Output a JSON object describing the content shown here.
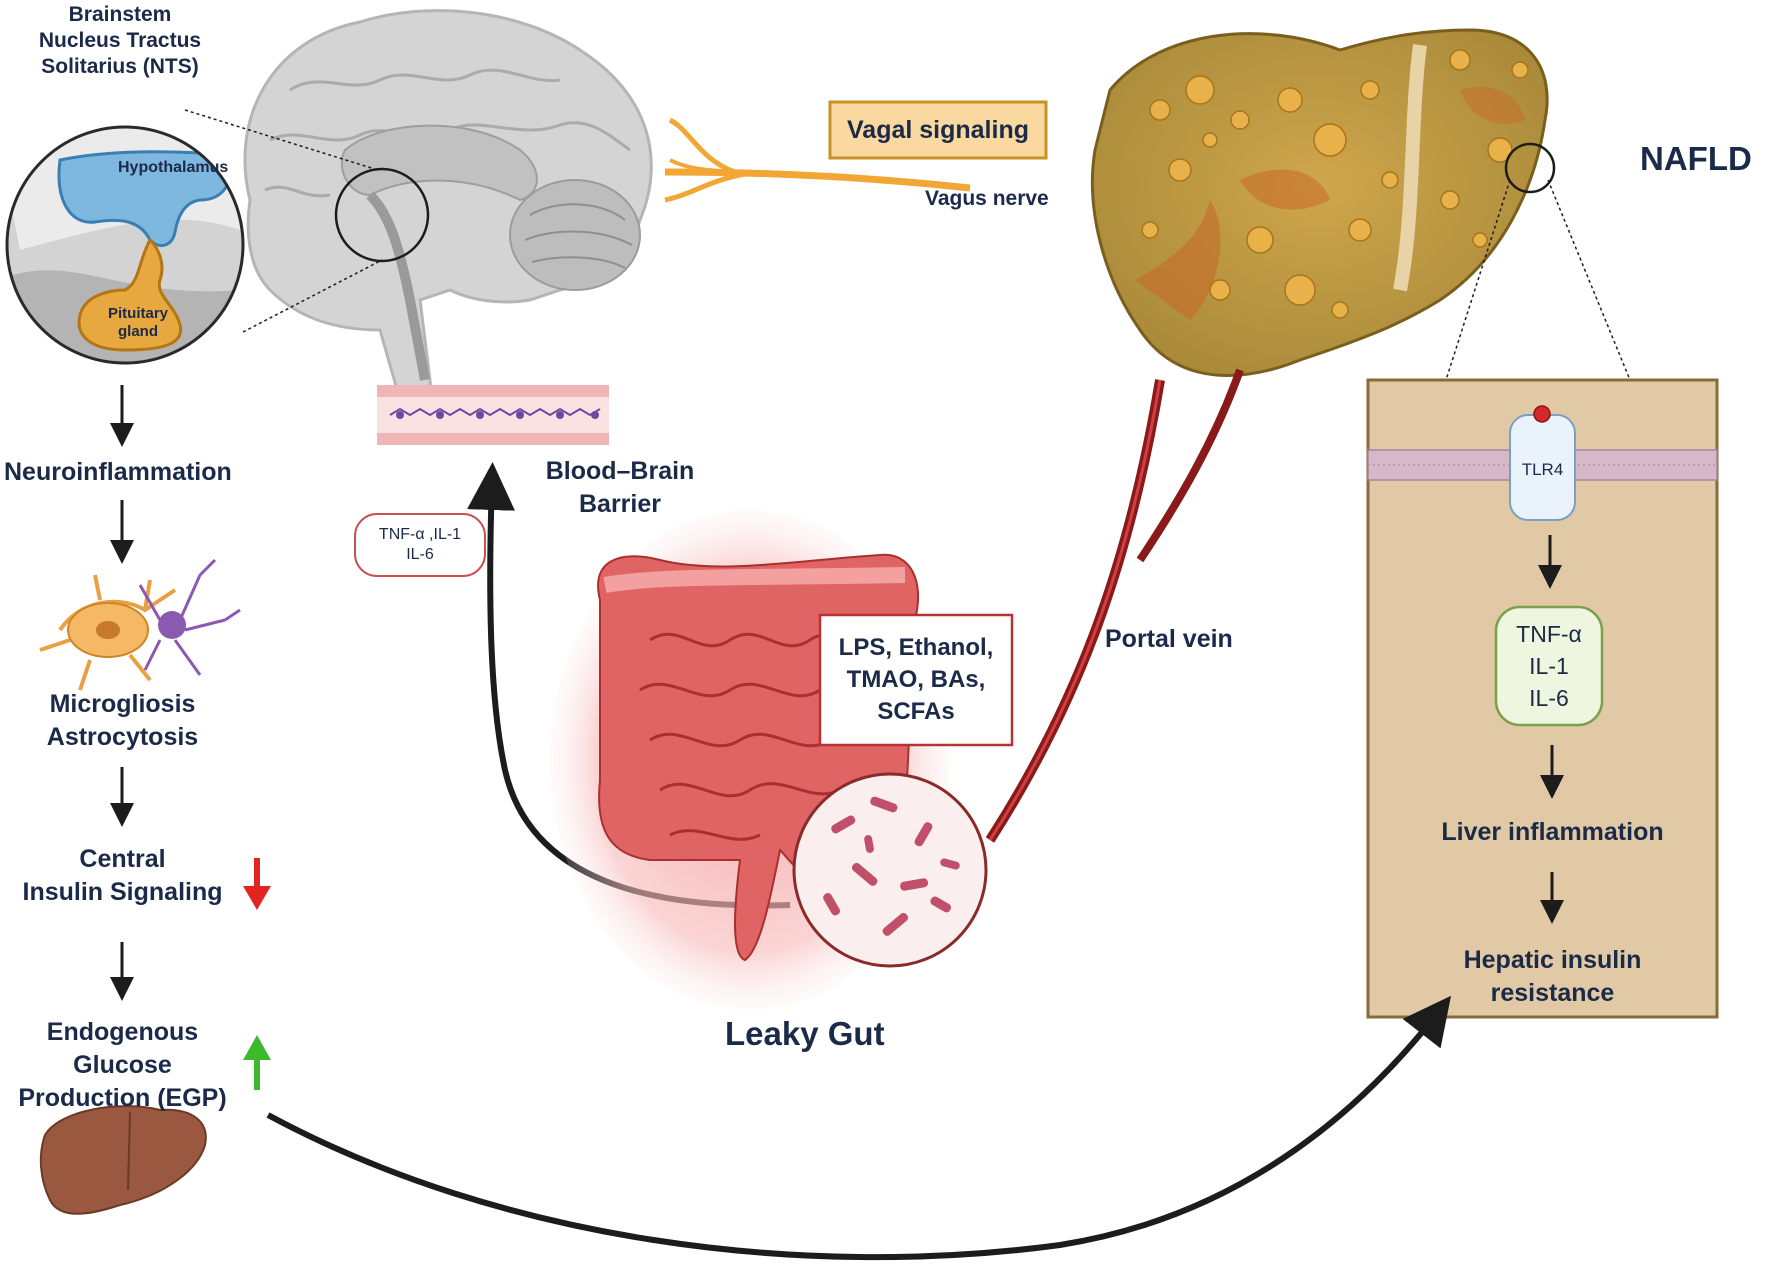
{
  "brain": {
    "nts_line1": "Brainstem",
    "nts_line2": "Nucleus Tractus",
    "nts_line3": "Solitarius (NTS)",
    "hypothalamus": "Hypothalamus",
    "pituitary_line1": "Pituitary",
    "pituitary_line2": "gland"
  },
  "left_cascade": {
    "neuroinflammation": "Neuroinflammation",
    "microgliosis": "Microgliosis",
    "astrocytosis": "Astrocytosis",
    "central_line1": "Central",
    "central_line2": "Insulin Signaling",
    "egp_line1": "Endogenous",
    "egp_line2": "Glucose",
    "egp_line3": "Production (EGP)"
  },
  "vagal": {
    "box_label": "Vagal signaling",
    "nerve_label": "Vagus nerve"
  },
  "liver": {
    "nafld": "NAFLD",
    "portal_vein": "Portal vein"
  },
  "bbb": {
    "line1": "Blood–Brain",
    "line2": "Barrier",
    "cytokine_line1": "TNF-α ,IL-1",
    "cytokine_line2": "IL-6"
  },
  "gut": {
    "metabolites_line1": "LPS, Ethanol,",
    "metabolites_line2": "TMAO, BAs,",
    "metabolites_line3": "SCFAs",
    "leaky_gut": "Leaky Gut"
  },
  "hepatic_panel": {
    "tlr4": "TLR4",
    "tnf": "TNF-α",
    "il1": "IL-1",
    "il6": "IL-6",
    "liver_inflammation": "Liver inflammation",
    "hepatic_line1": "Hepatic insulin",
    "hepatic_line2": "resistance"
  },
  "colors": {
    "text_navy": "#1a2a48",
    "hypothalamus_blue": "#7fb8df",
    "pituitary_orange": "#e8a840",
    "vagal_box": "#f9d9a0",
    "nerve_orange": "#f2a735",
    "liver_olive": "#b99a45",
    "panel_tan": "#e0c9a4",
    "portal_red": "#8a1a1a",
    "gut_red": "#e06464",
    "cytokine_green_fill": "#eef6df",
    "cytokine_green_border": "#7aa04a",
    "down_arrow_red": "#e52323",
    "up_arrow_green": "#3db92f"
  }
}
